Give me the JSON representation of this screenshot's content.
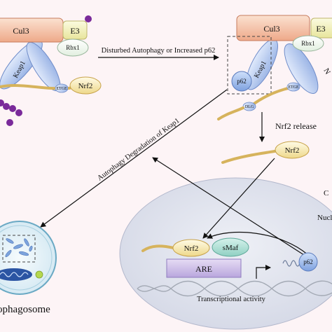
{
  "diagram": {
    "labels": {
      "cul3_left": "Cul3",
      "e3_left": "E3",
      "rbx1_left": "Rbx1",
      "keap1_left": "Keap1",
      "etge_left": "ETGE",
      "nrf2_left": "Nrf2",
      "arrow_disturbed": "Disturbed Autophagy or Increased p62",
      "cul3_right": "Cul3",
      "e3_right": "E3",
      "rbx1_right": "Rbx1",
      "keap1_right": "Keap1",
      "p62_right": "p62",
      "etge_right": "ETGE",
      "nrf2_right_partial": "N",
      "dlg": "DLG",
      "nrf2_release": "Nrf2 release",
      "nrf2_free": "Nrf2",
      "autophagy_degradation": "Autophagy Degradation of Keap1",
      "cytoplasm_partial": "C",
      "nucleus_partial": "Nucl",
      "nrf2_nuclear": "Nrf2",
      "smaf": "sMaf",
      "are": "ARE",
      "p62_nuclear": "p62",
      "transcriptional_activity": "Transcriptional activity",
      "autophagosome": "ophagosome"
    }
  }
}
